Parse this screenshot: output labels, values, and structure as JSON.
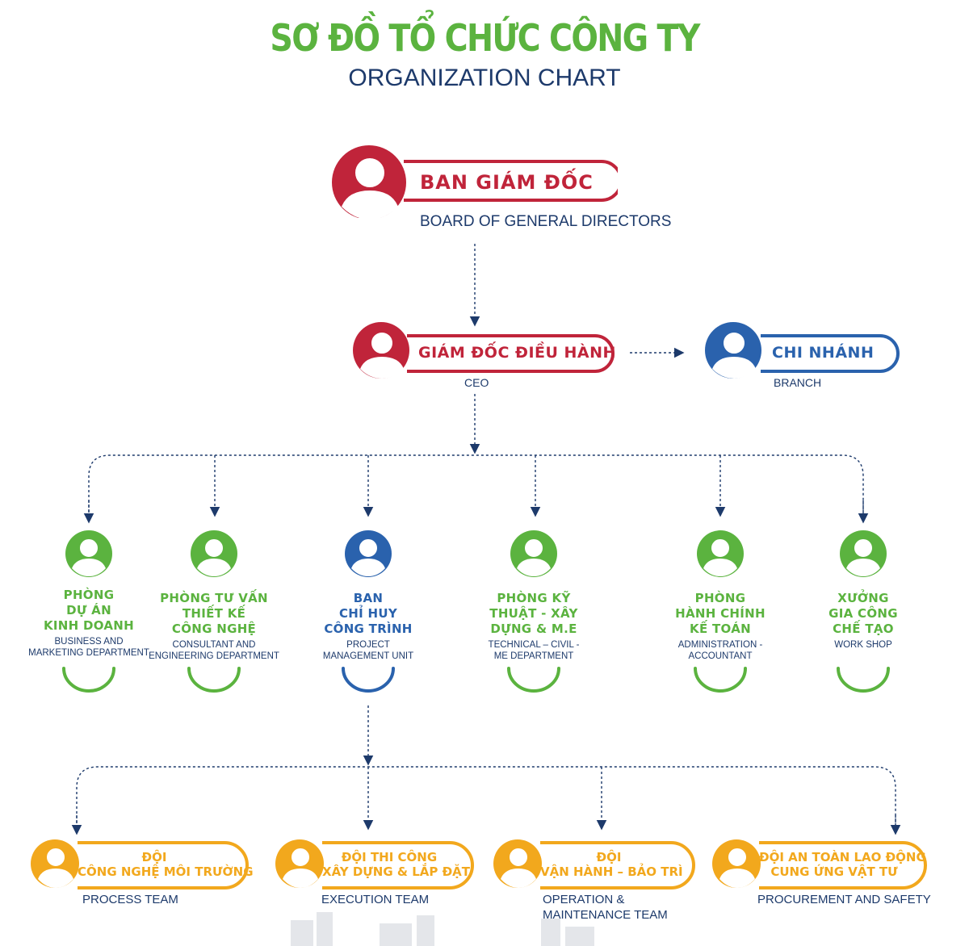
{
  "title": {
    "vn": "SƠ ĐỒ TỔ CHỨC CÔNG TY",
    "en": "ORGANIZATION CHART"
  },
  "colors": {
    "red": "#c0243a",
    "blue": "#2a62ad",
    "green": "#5bb33f",
    "orange": "#f2a81d",
    "navy": "#1d3a6b"
  },
  "board": {
    "vn": "BAN GIÁM ĐỐC",
    "en": "BOARD OF GENERAL DIRECTORS"
  },
  "ceo": {
    "vn": "GIÁM ĐỐC ĐIỀU HÀNH",
    "en": "CEO"
  },
  "branch": {
    "vn": "CHI NHÁNH",
    "en": "BRANCH"
  },
  "departments": [
    {
      "vn": [
        "PHÒNG",
        "DỰ ÁN",
        "KINH DOANH"
      ],
      "en": [
        "BUSINESS AND",
        "MARKETING DEPARTMENT"
      ]
    },
    {
      "vn": [
        "PHÒNG TƯ VẤN",
        "THIẾT KẾ",
        "CÔNG NGHỆ"
      ],
      "en": [
        "CONSULTANT AND",
        "ENGINEERING DEPARTMENT"
      ]
    },
    {
      "vn": [
        "BAN",
        "CHỈ HUY",
        "CÔNG TRÌNH"
      ],
      "en": [
        "PROJECT",
        "MANAGEMENT UNIT"
      ]
    },
    {
      "vn": [
        "PHÒNG KỸ",
        "THUẬT - XÂY",
        "DỰNG & M.E"
      ],
      "en": [
        "TECHNICAL – CIVIL -",
        "ME DEPARTMENT"
      ]
    },
    {
      "vn": [
        "PHÒNG",
        "HÀNH CHÍNH",
        "KẾ TOÁN"
      ],
      "en": [
        "ADMINISTRATION -",
        "ACCOUNTANT"
      ]
    },
    {
      "vn": [
        "XƯỞNG",
        "GIA CÔNG",
        "CHẾ TẠO"
      ],
      "en": [
        "WORK SHOP"
      ]
    }
  ],
  "teams": [
    {
      "vn": [
        "ĐỘI",
        "CÔNG NGHỆ MÔI TRƯỜNG"
      ],
      "en": [
        "PROCESS TEAM"
      ]
    },
    {
      "vn": [
        "ĐỘI THI CÔNG",
        "XÂY DỰNG & LẮP ĐẶT"
      ],
      "en": [
        "EXECUTION TEAM"
      ]
    },
    {
      "vn": [
        "ĐỘI",
        "VẬN HÀNH – BẢO TRÌ"
      ],
      "en": [
        "OPERATION &",
        "MAINTENANCE TEAM"
      ]
    },
    {
      "vn": [
        "ĐỘI AN TOÀN LAO ĐỘNG",
        "CUNG ỨNG VẬT TƯ"
      ],
      "en": [
        "PROCUREMENT AND SAFETY"
      ]
    }
  ]
}
